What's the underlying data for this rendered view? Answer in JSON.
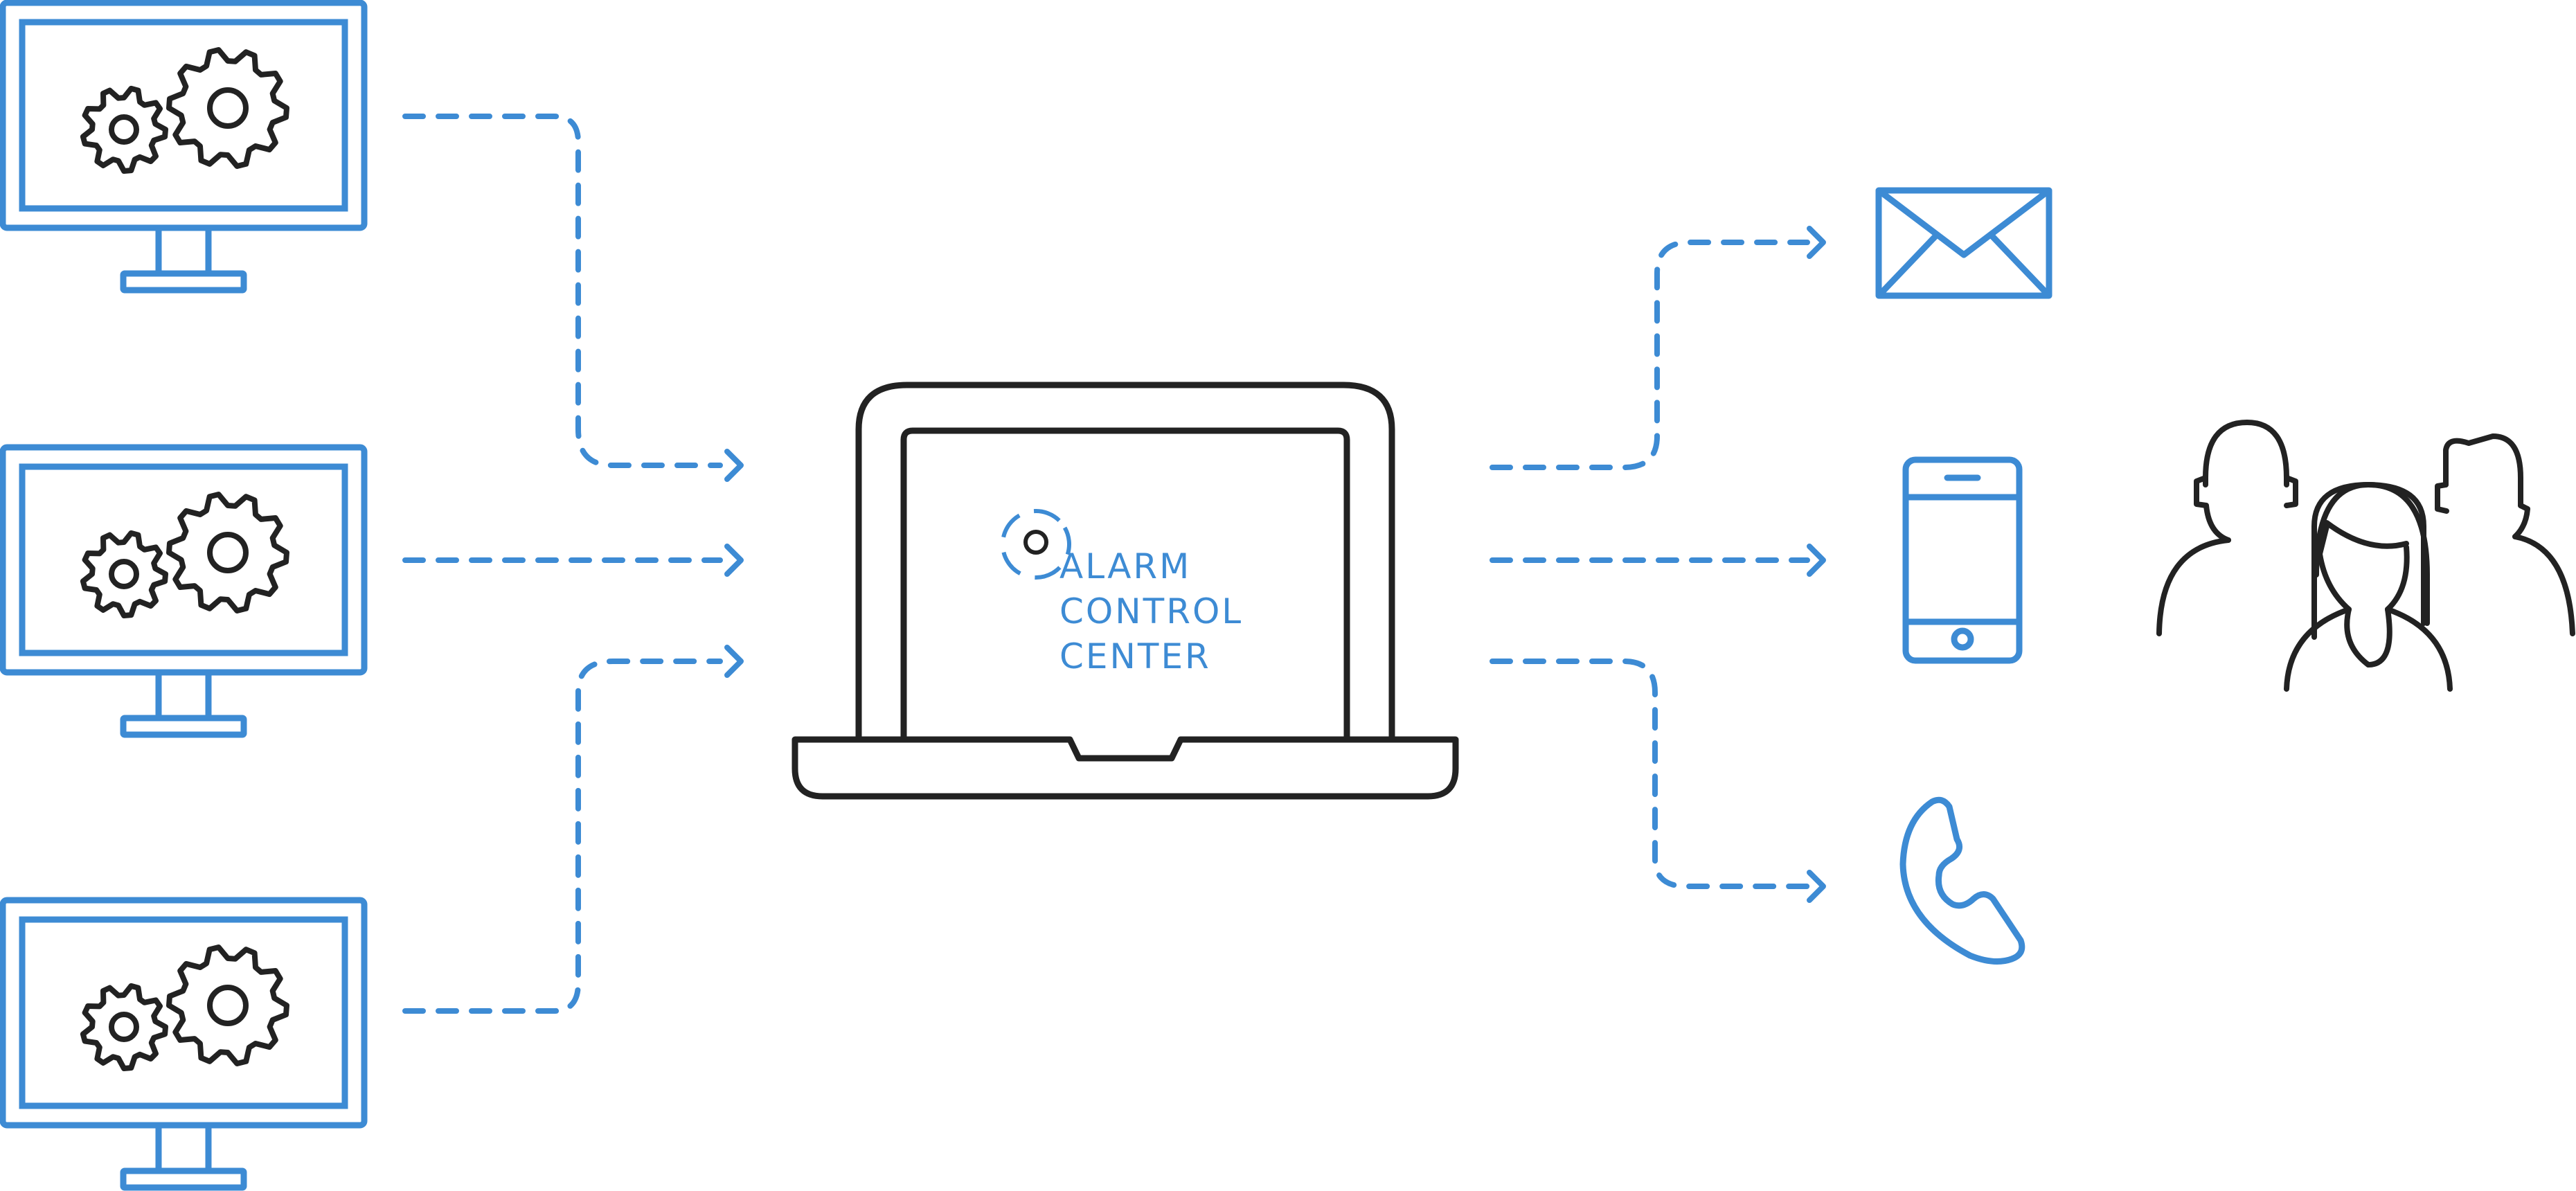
{
  "colors": {
    "accent": "#3d8bd4",
    "ink": "#222222",
    "background": "#ffffff"
  },
  "laptop": {
    "label_lines": [
      "ALARM",
      "CONTROL",
      "CENTER"
    ]
  },
  "icons": {
    "sources": [
      "monitor-gears-icon",
      "monitor-gears-icon",
      "monitor-gears-icon"
    ],
    "hub": "laptop-icon",
    "channels": [
      "envelope-icon",
      "smartphone-icon",
      "phone-handset-icon"
    ],
    "recipients": "people-group-icon"
  }
}
